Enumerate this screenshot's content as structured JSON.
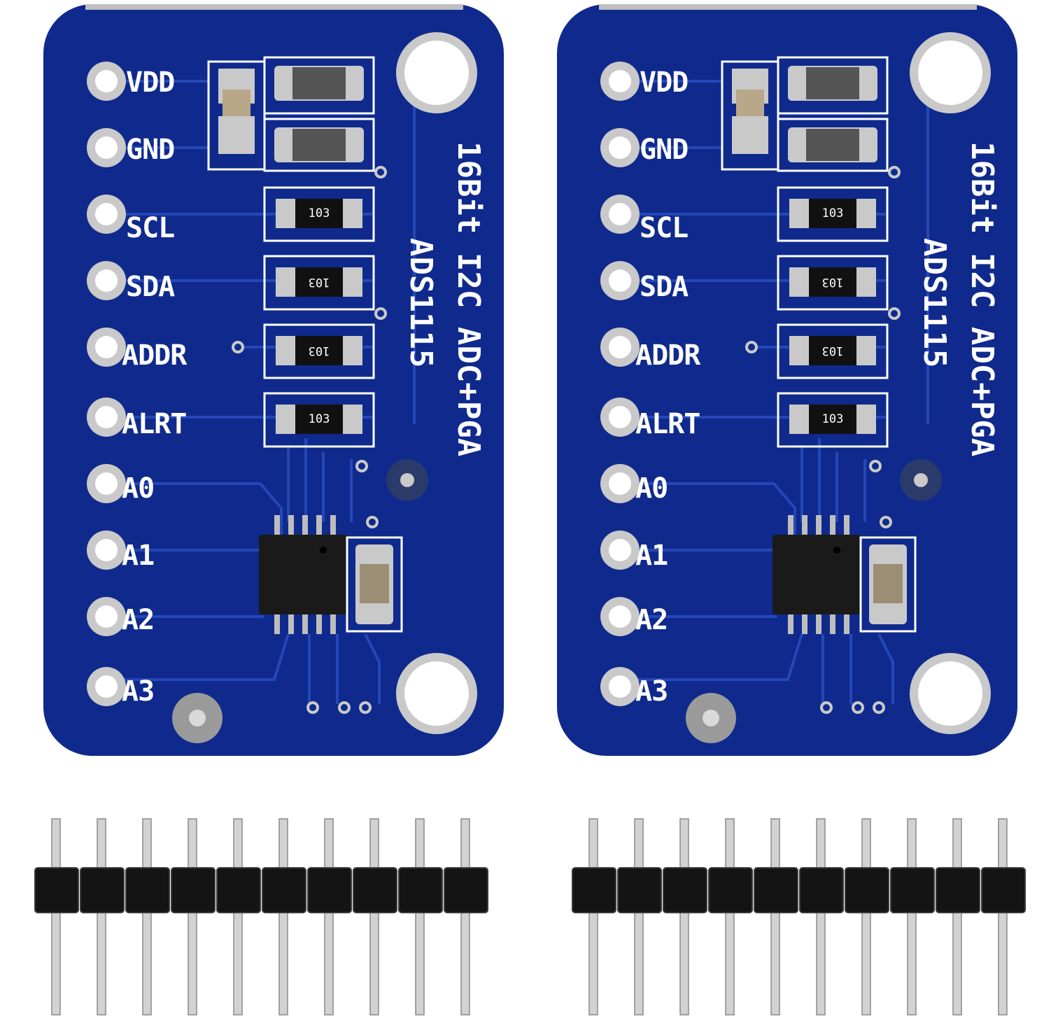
{
  "boards": [
    {
      "id": "left",
      "pins": [
        "VDD",
        "GND",
        "SCL",
        "SDA",
        "ADDR",
        "ALRT",
        "A0",
        "A1",
        "A2",
        "A3"
      ],
      "title_line1": "16Bit I2C ADC+PGA",
      "title_line2": "ADS1115",
      "resistor_codes": [
        "103",
        "103",
        "103",
        "103"
      ]
    },
    {
      "id": "right",
      "pins": [
        "VDD",
        "GND",
        "SCL",
        "SDA",
        "ADDR",
        "ALRT",
        "A0",
        "A1",
        "A2",
        "A3"
      ],
      "title_line1": "16Bit I2C ADC+PGA",
      "title_line2": "ADS1115",
      "resistor_codes": [
        "103",
        "103",
        "103",
        "103"
      ]
    }
  ],
  "pin_headers": [
    {
      "id": "left",
      "pin_count": 10
    },
    {
      "id": "right",
      "pin_count": 10
    }
  ],
  "colors": {
    "pcb": "#0f2a8c",
    "trace": "#1e45b8",
    "silkscreen": "#ffffff",
    "pad": "#c9c9c9",
    "chip": "#1a1a1a",
    "header_plastic": "#141414",
    "header_pin": "#d2d2d2"
  }
}
